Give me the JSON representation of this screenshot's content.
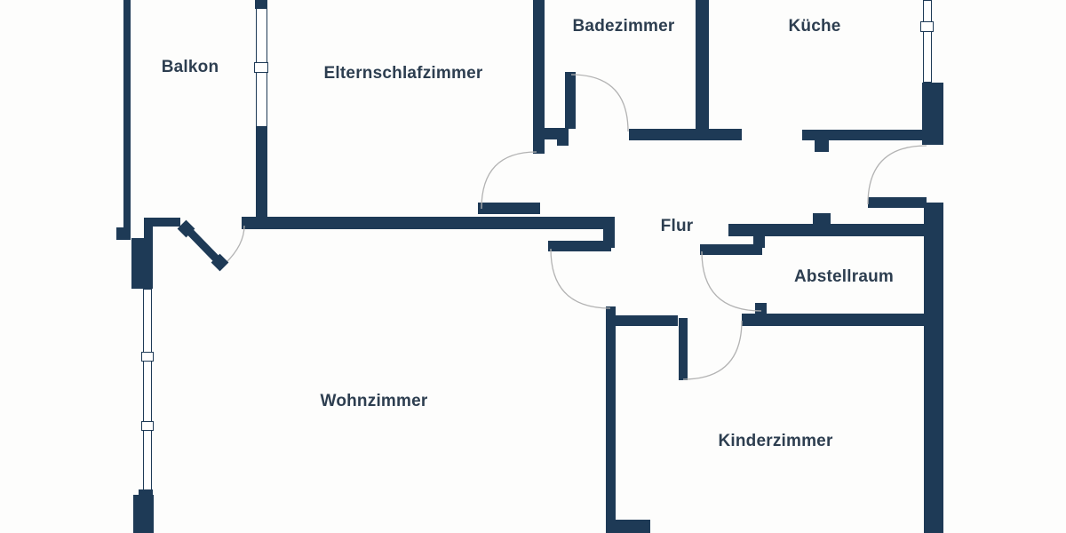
{
  "plan_title": "apartment-floor-plan",
  "rooms": [
    {
      "id": "balkon",
      "label": "Balkon"
    },
    {
      "id": "elternschlafzimmer",
      "label": "Elternschlafzimmer"
    },
    {
      "id": "badezimmer",
      "label": "Badezimmer"
    },
    {
      "id": "kueche",
      "label": "Küche"
    },
    {
      "id": "flur",
      "label": "Flur"
    },
    {
      "id": "abstellraum",
      "label": "Abstellraum"
    },
    {
      "id": "wohnzimmer",
      "label": "Wohnzimmer"
    },
    {
      "id": "kinderzimmer",
      "label": "Kinderzimmer"
    }
  ],
  "colors": {
    "wall": "#1e3a56",
    "text": "#2d3e50",
    "arc": "#b3b3b3",
    "background": "#fdfdfc"
  },
  "symbols": {
    "door_arc": "quarter-circle swing arc",
    "door_leaf": "solid bar perpendicular to wall",
    "window": "white double-line with sash squares"
  }
}
